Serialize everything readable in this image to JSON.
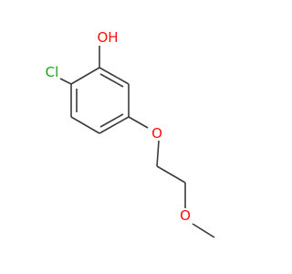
{
  "molecule": {
    "atoms": {
      "hydroxyl_oxygen": {
        "text": "OH",
        "color": "#ff0d0d"
      },
      "chlorine": {
        "text": "Cl",
        "color": "#1fa01f"
      },
      "ether_oxygen": {
        "text": "O",
        "color": "#ff0d0d"
      },
      "methoxy_oxygen": {
        "text": "O",
        "color": "#ff0d0d"
      }
    },
    "bond_color": "#3b3b3b"
  }
}
